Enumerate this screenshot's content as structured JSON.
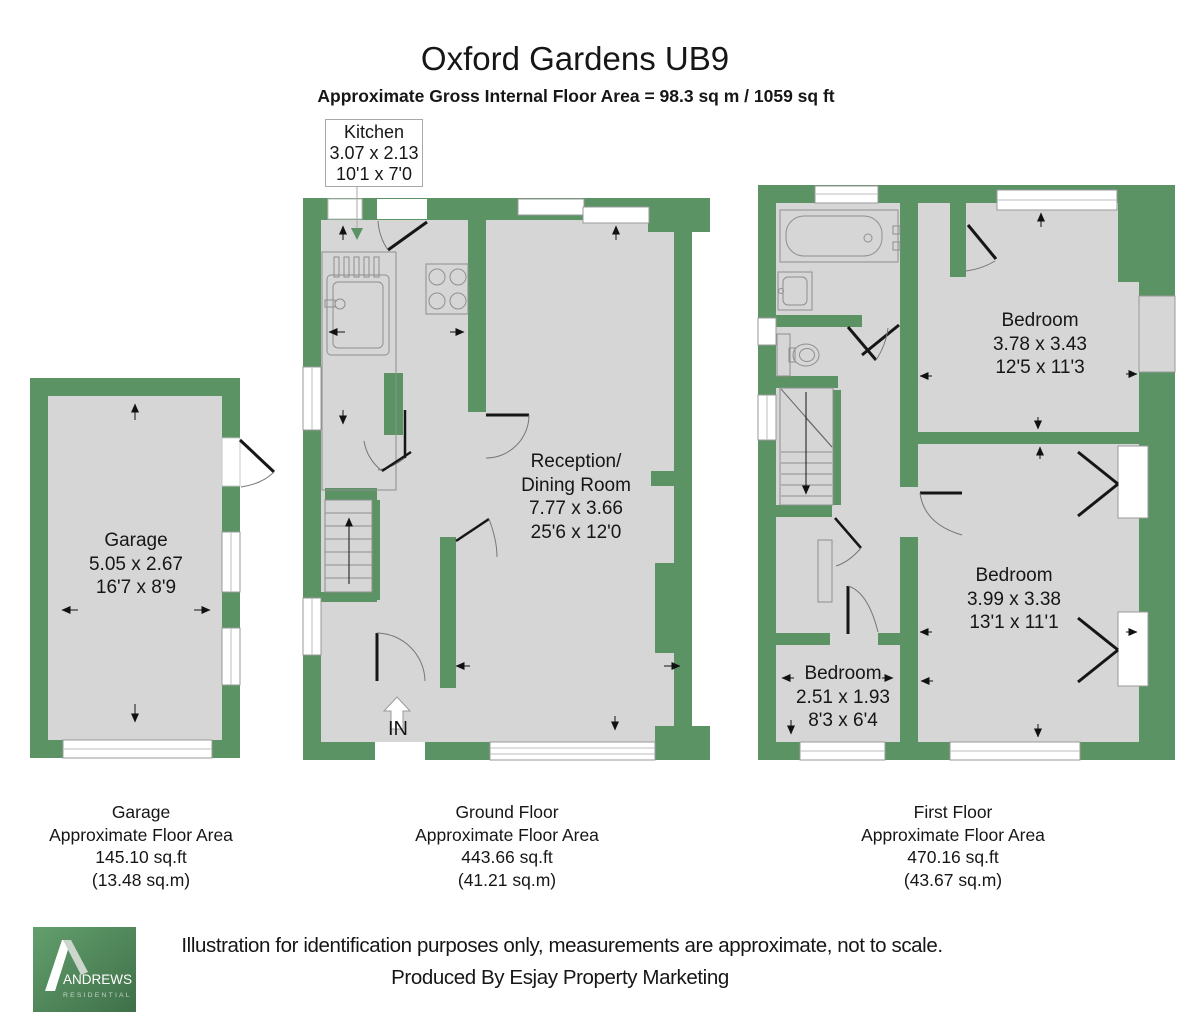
{
  "title": "Oxford Gardens UB9",
  "subtitle": "Approximate Gross Internal Floor Area = 98.3 sq m / 1059 sq ft",
  "colors": {
    "wall_green": "#5b9365",
    "floor_grey": "#d6d6d6",
    "logo_green": "#4e8757"
  },
  "rooms": {
    "kitchen": {
      "name": "Kitchen",
      "metric": "3.07 x 2.13",
      "imperial": "10'1 x 7'0"
    },
    "garage": {
      "name": "Garage",
      "metric": "5.05 x 2.67",
      "imperial": "16'7 x 8'9"
    },
    "reception": {
      "name1": "Reception/",
      "name2": "Dining Room",
      "metric": "7.77 x 3.66",
      "imperial": "25'6 x 12'0"
    },
    "bedroom1": {
      "name": "Bedroom",
      "metric": "3.78 x 3.43",
      "imperial": "12'5 x 11'3"
    },
    "bedroom2": {
      "name": "Bedroom",
      "metric": "3.99 x 3.38",
      "imperial": "13'1 x 11'1"
    },
    "bedroom3": {
      "name": "Bedroom",
      "metric": "2.51 x 1.93",
      "imperial": "8'3 x 6'4"
    }
  },
  "entrance_label": "IN",
  "captions": {
    "garage": {
      "title": "Garage",
      "subtitle": "Approximate Floor Area",
      "sqft": "145.10 sq.ft",
      "sqm": "(13.48 sq.m)"
    },
    "ground": {
      "title": "Ground Floor",
      "subtitle": "Approximate Floor Area",
      "sqft": "443.66 sq.ft",
      "sqm": "(41.21 sq.m)"
    },
    "first": {
      "title": "First Floor",
      "subtitle": "Approximate Floor Area",
      "sqft": "470.16 sq.ft",
      "sqm": "(43.67 sq.m)"
    }
  },
  "footer": {
    "disclaimer_line1": "Illustration for identification purposes only, measurements are approximate, not to scale.",
    "disclaimer_line2": "Produced By Esjay Property Marketing",
    "logo": {
      "brand": "ANDREWS",
      "sub": "RESIDENTIAL"
    }
  }
}
